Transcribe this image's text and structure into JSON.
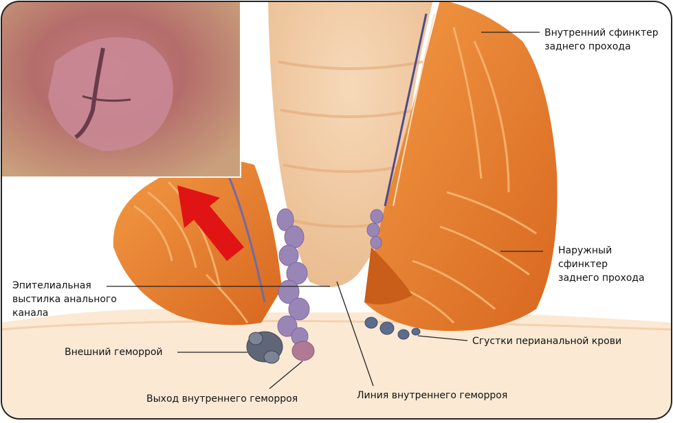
{
  "labels": {
    "internal_sphincter": "Внутренний сфинктер\nзаднего прохода",
    "external_sphincter": "Наружный\nсфинктер\nзаднего прохода",
    "epithelial_lining": "Эпителиальная\nвыстилка анального\nканала",
    "external_hemorrhoid": "Внешний геморрой",
    "perianal_clots": "Сгустки перианальной крови",
    "internal_prolapse": "Выход внутреннего геморроя",
    "internal_line": "Линия внутреннего геморроя"
  },
  "colors": {
    "muscle": "#e8832f",
    "muscle_dark": "#c95e1a",
    "canal": "#f3cfa8",
    "hemorrhoid": "#9a86b6",
    "clot": "#5b6c8c",
    "arrow": "#e01414"
  }
}
